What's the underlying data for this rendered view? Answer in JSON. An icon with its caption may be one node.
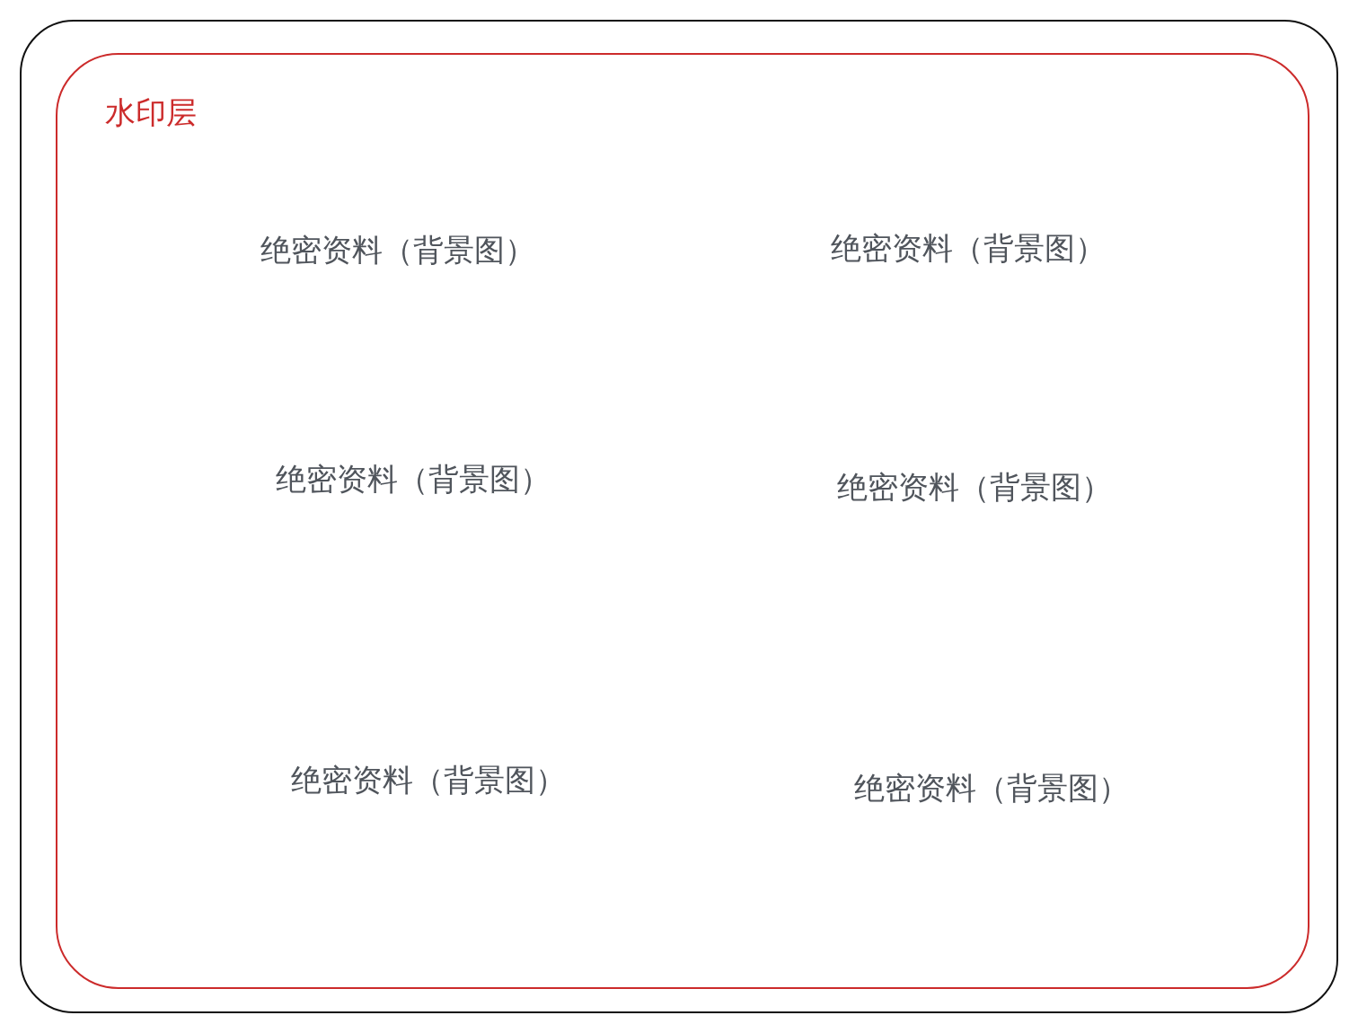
{
  "diagram": {
    "nodes": [
      {
        "text": [],
        "shape": "box"
      },
      {
        "text": [
          "水印层"
        ],
        "in": 0
      }
    ],
    "labels": [
      "绝密资料（背景图）",
      "绝密资料（背景图）",
      "绝密资料（背景图）",
      "绝密资料（背景图）",
      "绝密资料（背景图）",
      "绝密资料（背景图）"
    ]
  }
}
